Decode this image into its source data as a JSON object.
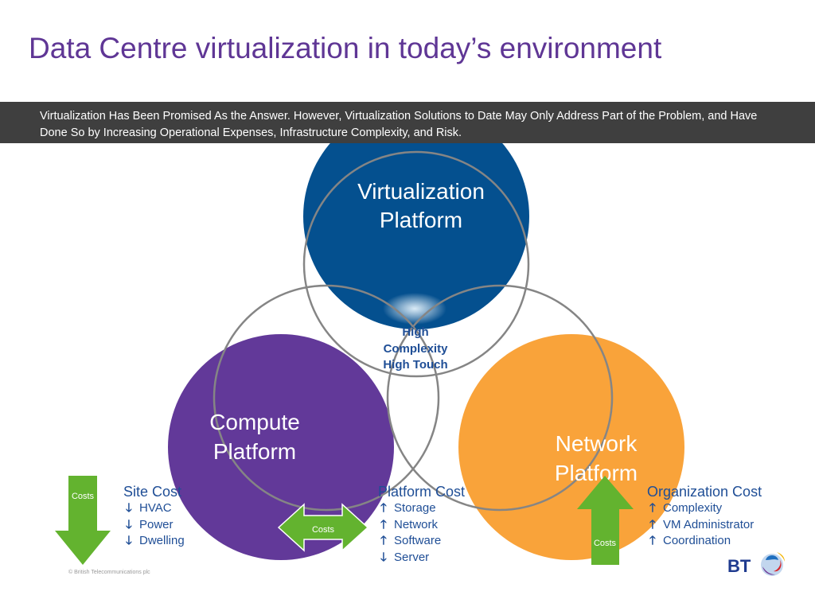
{
  "slide": {
    "title": "Data Centre virtualization in today’s environment",
    "banner": "Virtualization Has Been Promised As the Answer. However, Virtualization Solutions to Date May Only Address Part of the Problem, and Have Done So by Increasing Operational Expenses, Infrastructure Complexity, and Risk."
  },
  "diagram": {
    "virtualization": {
      "line1": "Virtualization",
      "line2": "Platform",
      "color": "#04508f"
    },
    "compute": {
      "line1": "Compute",
      "line2": "Platform",
      "color": "#623999"
    },
    "network": {
      "line1": "Network",
      "line2": "Platform",
      "color": "#f9a33a"
    },
    "center": {
      "line1": "High",
      "line2": "Complexity",
      "line3": "High Touch"
    },
    "arrow_color": "#63b32f"
  },
  "arrows": {
    "down_label": "Costs",
    "double_label": "Costs",
    "up_label": "Costs"
  },
  "costs": {
    "site": {
      "title": "Site Cost",
      "items": [
        {
          "dir": "down",
          "arrow": "🡓",
          "label": "HVAC"
        },
        {
          "dir": "down",
          "arrow": "🡓",
          "label": "Power"
        },
        {
          "dir": "down",
          "arrow": "🡓",
          "label": "Dwelling"
        }
      ]
    },
    "platform": {
      "title": "Platform Cost",
      "items": [
        {
          "dir": "up",
          "arrow": "🡑",
          "label": "Storage"
        },
        {
          "dir": "up",
          "arrow": "🡑",
          "label": "Network"
        },
        {
          "dir": "up",
          "arrow": "🡑",
          "label": "Software"
        },
        {
          "dir": "down",
          "arrow": "🡓",
          "label": "Server"
        }
      ]
    },
    "organization": {
      "title": "Organization Cost",
      "items": [
        {
          "dir": "up",
          "arrow": "🡑",
          "label": "Complexity"
        },
        {
          "dir": "up",
          "arrow": "🡑",
          "label": "VM Administrator"
        },
        {
          "dir": "up",
          "arrow": "🡑",
          "label": "Coordination"
        }
      ]
    }
  },
  "footer": {
    "copyright": "© British Telecommunications plc",
    "logo_text": "BT"
  }
}
